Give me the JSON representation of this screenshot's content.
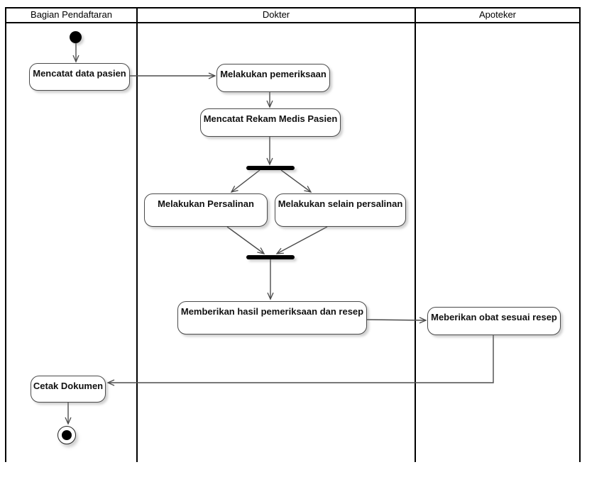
{
  "diagram": {
    "type": "uml-activity-swimlane",
    "lanes": [
      {
        "id": "bagian-pendaftaran",
        "label": "Bagian Pendaftaran"
      },
      {
        "id": "dokter",
        "label": "Dokter"
      },
      {
        "id": "apoteker",
        "label": "Apoteker"
      }
    ],
    "activities": [
      {
        "id": "mencatat-data-pasien",
        "label": "Mencatat data pasien",
        "lane": "Bagian Pendaftaran"
      },
      {
        "id": "melakukan-pemeriksaan",
        "label": "Melakukan pemeriksaan",
        "lane": "Dokter"
      },
      {
        "id": "mencatat-rekam-medis-pasien",
        "label": "Mencatat Rekam Medis Pasien",
        "lane": "Dokter"
      },
      {
        "id": "melakukan-persalinan",
        "label": "Melakukan Persalinan",
        "lane": "Dokter"
      },
      {
        "id": "melakukan-selain-persalinan",
        "label": "Melakukan selain persalinan",
        "lane": "Dokter"
      },
      {
        "id": "memberikan-hasil-pemeriksaan-dan-resep",
        "label": "Memberikan hasil pemeriksaan dan resep",
        "lane": "Dokter"
      },
      {
        "id": "meberikan-obat-sesuai-resep",
        "label": "Meberikan obat sesuai resep",
        "lane": "Apoteker"
      },
      {
        "id": "cetak-dokumen",
        "label": "Cetak Dokumen",
        "lane": "Bagian Pendaftaran"
      }
    ],
    "control_nodes": [
      {
        "id": "start",
        "type": "initial",
        "lane": "Bagian Pendaftaran"
      },
      {
        "id": "fork",
        "type": "fork-bar",
        "lane": "Dokter"
      },
      {
        "id": "join",
        "type": "join-bar",
        "lane": "Dokter"
      },
      {
        "id": "end",
        "type": "activity-final",
        "lane": "Bagian Pendaftaran"
      }
    ],
    "flows": [
      {
        "from": "start",
        "to": "Mencatat data pasien"
      },
      {
        "from": "Mencatat data pasien",
        "to": "Melakukan pemeriksaan"
      },
      {
        "from": "Melakukan pemeriksaan",
        "to": "Mencatat Rekam Medis Pasien"
      },
      {
        "from": "Mencatat Rekam Medis Pasien",
        "to": "fork"
      },
      {
        "from": "fork",
        "to": "Melakukan Persalinan"
      },
      {
        "from": "fork",
        "to": "Melakukan selain persalinan"
      },
      {
        "from": "Melakukan Persalinan",
        "to": "join"
      },
      {
        "from": "Melakukan selain persalinan",
        "to": "join"
      },
      {
        "from": "join",
        "to": "Memberikan hasil pemeriksaan dan resep"
      },
      {
        "from": "Memberikan hasil pemeriksaan dan resep",
        "to": "Meberikan obat sesuai resep"
      },
      {
        "from": "Meberikan obat sesuai resep",
        "to": "Cetak Dokumen"
      },
      {
        "from": "Cetak Dokumen",
        "to": "end"
      }
    ],
    "colors": {
      "background": "#ffffff",
      "lane_border": "#000000",
      "node_fill": "#ffffff",
      "node_border": "#4a4a4a",
      "edge": "#4b4b4b",
      "bar_fill": "#000000",
      "text": "#111111"
    }
  }
}
